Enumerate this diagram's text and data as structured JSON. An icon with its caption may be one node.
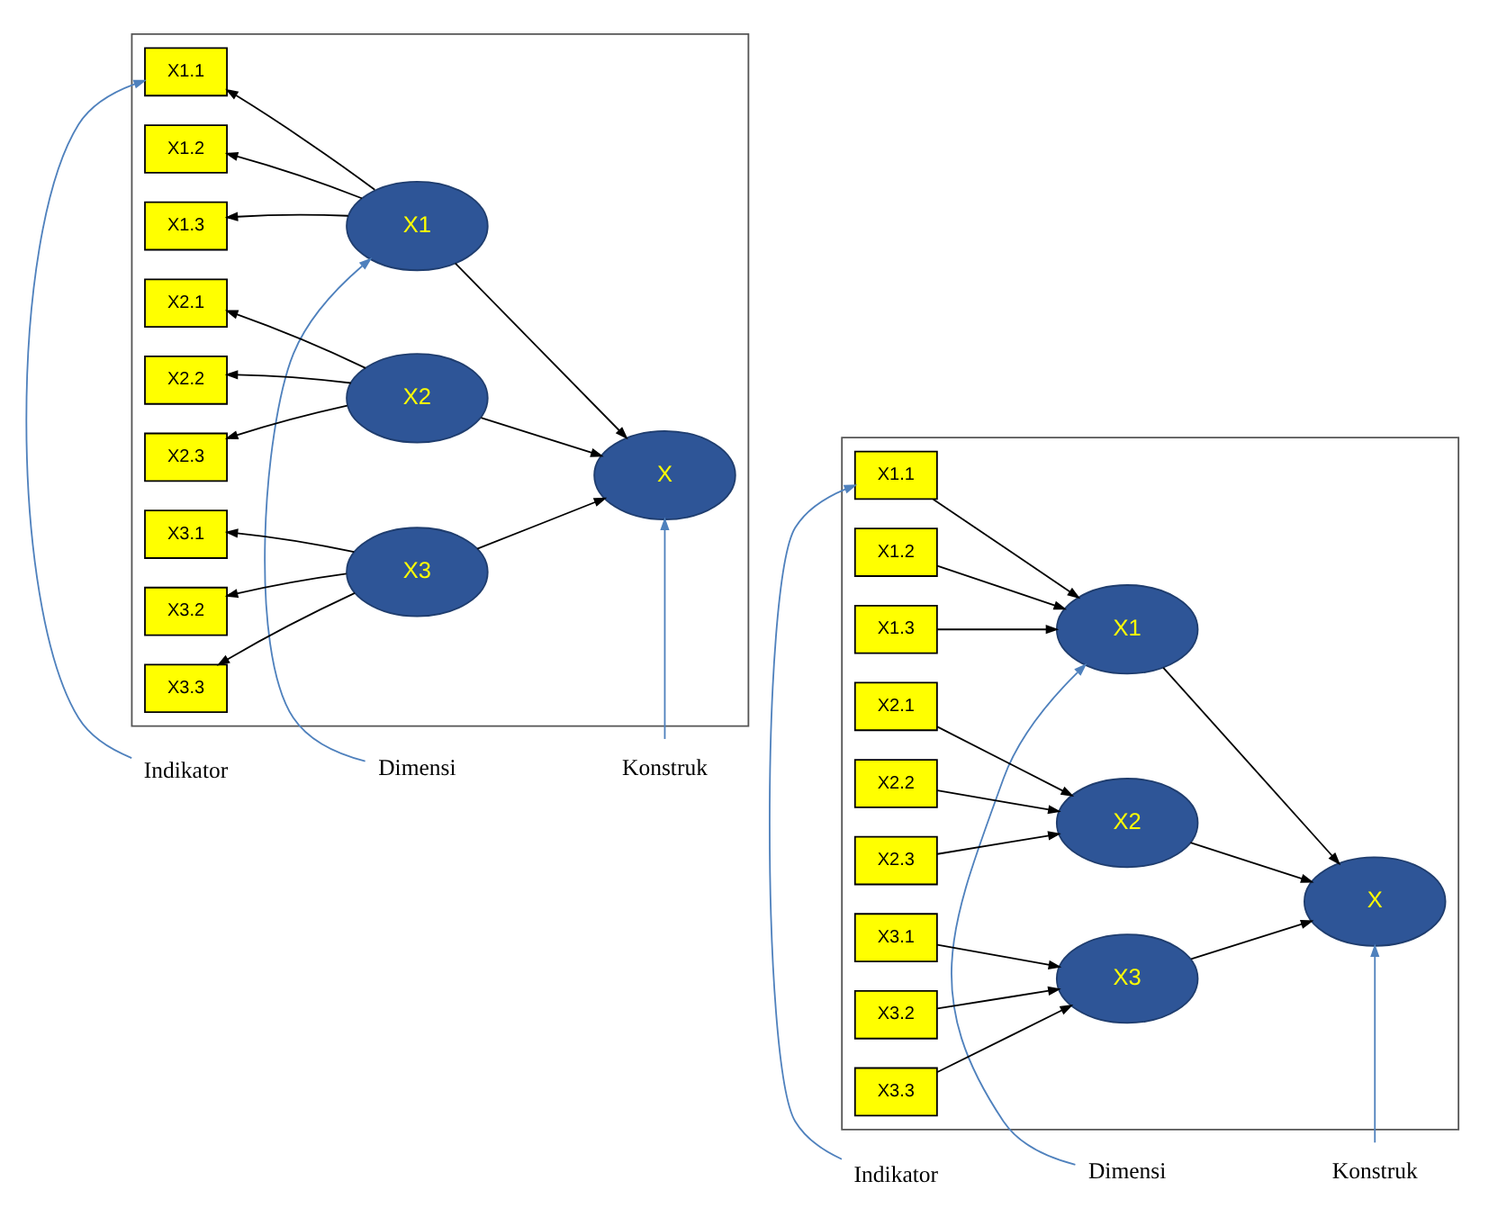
{
  "diagram": {
    "nodes": [
      {
        "text": [
          "Indikator"
        ]
      },
      {
        "text": [
          "Dimensi"
        ]
      },
      {
        "text": [
          "Konstruk"
        ]
      },
      {
        "text": [
          "Indikator"
        ]
      },
      {
        "text": [
          "Dimensi"
        ]
      },
      {
        "text": [
          "Konstruk"
        ]
      },
      {
        "text": [],
        "shape": "box"
      },
      {
        "text": [],
        "shape": "box"
      },
      {
        "text": [
          "X1.1"
        ],
        "in": 6
      },
      {
        "text": [
          "X1.2"
        ],
        "in": 6
      },
      {
        "text": [
          "X1.3"
        ],
        "in": 6
      },
      {
        "text": [
          "X1"
        ],
        "in": 6
      },
      {
        "text": [
          "X2.1"
        ],
        "in": 6
      },
      {
        "text": [
          "X2.2"
        ],
        "in": 6
      },
      {
        "text": [
          "X2.3"
        ],
        "in": 6
      },
      {
        "text": [
          "X2"
        ],
        "in": 6
      },
      {
        "text": [
          "X3.1"
        ],
        "in": 6
      },
      {
        "text": [
          "X3.2"
        ],
        "in": 6
      },
      {
        "text": [
          "X3.3"
        ],
        "in": 6
      },
      {
        "text": [
          "X3"
        ],
        "in": 6
      },
      {
        "text": [
          "X"
        ],
        "in": 6
      },
      {
        "text": [
          "X1.1"
        ],
        "in": 7
      },
      {
        "text": [
          "X1.2"
        ],
        "in": 7
      },
      {
        "text": [
          "X1.3"
        ],
        "in": 7
      },
      {
        "text": [
          "X1"
        ],
        "in": 7
      },
      {
        "text": [
          "X2.1"
        ],
        "in": 7
      },
      {
        "text": [
          "X2.2"
        ],
        "in": 7
      },
      {
        "text": [
          "X2.3"
        ],
        "in": 7
      },
      {
        "text": [
          "X2"
        ],
        "in": 7
      },
      {
        "text": [
          "X3.1"
        ],
        "in": 7
      },
      {
        "text": [
          "X3.2"
        ],
        "in": 7
      },
      {
        "text": [
          "X3.3"
        ],
        "in": 7
      },
      {
        "text": [
          "X3"
        ],
        "in": 7
      },
      {
        "text": [
          "X"
        ],
        "in": 7
      }
    ],
    "edges": [
      {
        "from": 0,
        "to": 8,
        "arrow": "to",
        "color": "#4f81bd"
      },
      {
        "from": 1,
        "to": 11,
        "arrow": "to",
        "color": "#4f81bd"
      },
      {
        "from": 2,
        "to": 20,
        "arrow": "to",
        "color": "#4f81bd"
      },
      {
        "from": 3,
        "to": 21,
        "arrow": "to",
        "color": "#4f81bd"
      },
      {
        "from": 4,
        "to": 24,
        "arrow": "to",
        "color": "#4f81bd"
      },
      {
        "from": 5,
        "to": 33,
        "arrow": "to",
        "color": "#4f81bd"
      },
      {
        "from": 11,
        "to": 8,
        "arrow": "to"
      },
      {
        "from": 11,
        "to": 9,
        "arrow": "to"
      },
      {
        "from": 11,
        "to": 10,
        "arrow": "to"
      },
      {
        "from": 15,
        "to": 12,
        "arrow": "to"
      },
      {
        "from": 15,
        "to": 13,
        "arrow": "to"
      },
      {
        "from": 15,
        "to": 14,
        "arrow": "to"
      },
      {
        "from": 19,
        "to": 16,
        "arrow": "to"
      },
      {
        "from": 19,
        "to": 17,
        "arrow": "to"
      },
      {
        "from": 19,
        "to": 18,
        "arrow": "to"
      },
      {
        "from": 11,
        "to": 20,
        "arrow": "to"
      },
      {
        "from": 15,
        "to": 20,
        "arrow": "to"
      },
      {
        "from": 19,
        "to": 20,
        "arrow": "to"
      },
      {
        "from": 21,
        "to": 24,
        "arrow": "to"
      },
      {
        "from": 22,
        "to": 24,
        "arrow": "to"
      },
      {
        "from": 23,
        "to": 24,
        "arrow": "to"
      },
      {
        "from": 25,
        "to": 28,
        "arrow": "to"
      },
      {
        "from": 26,
        "to": 28,
        "arrow": "to"
      },
      {
        "from": 27,
        "to": 28,
        "arrow": "to"
      },
      {
        "from": 29,
        "to": 32,
        "arrow": "to"
      },
      {
        "from": 30,
        "to": 32,
        "arrow": "to"
      },
      {
        "from": 31,
        "to": 32,
        "arrow": "to"
      },
      {
        "from": 24,
        "to": 33,
        "arrow": "to"
      },
      {
        "from": 28,
        "to": 33,
        "arrow": "to"
      },
      {
        "from": 32,
        "to": 33,
        "arrow": "to"
      }
    ]
  }
}
